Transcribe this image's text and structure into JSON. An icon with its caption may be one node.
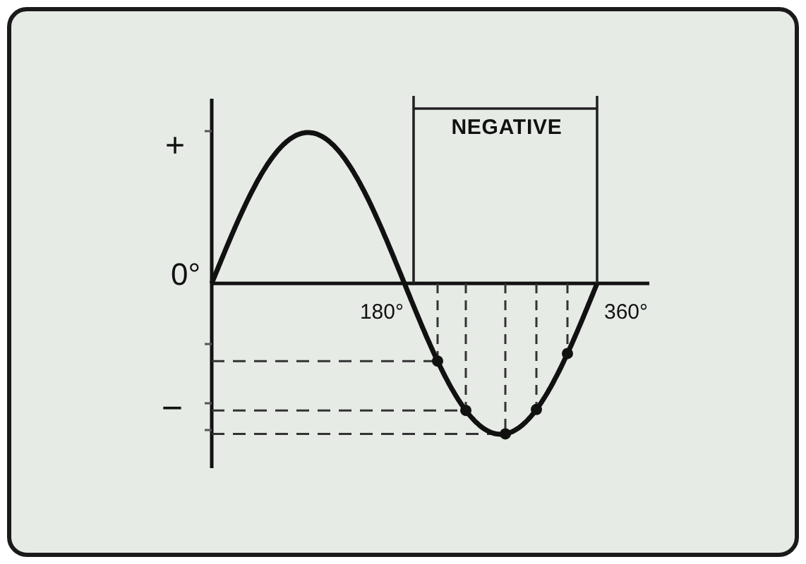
{
  "diagram": {
    "labels": [
      "NEGATIVE",
      "+",
      "0°",
      "180°",
      "360°",
      "−"
    ]
  }
}
